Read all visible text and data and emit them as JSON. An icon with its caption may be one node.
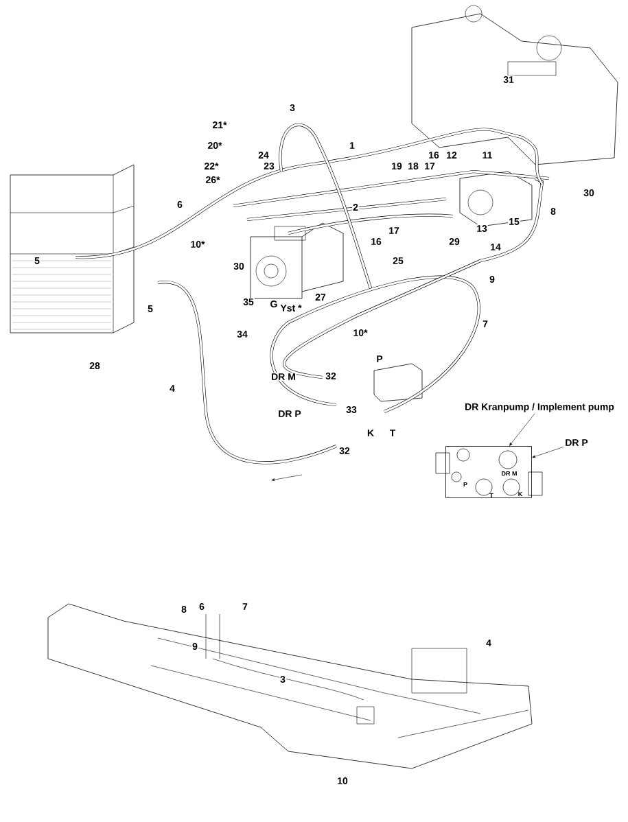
{
  "diagram": {
    "nodes": [
      {
        "text": [
          "DR Kranpump / Implement pump"
        ]
      },
      {
        "text": [
          "DR P"
        ]
      },
      {
        "text": [
          "DR M",
          "P",
          "T",
          "K"
        ]
      }
    ],
    "edges": [
      {
        "from": 0,
        "to": 2,
        "arrow": "to"
      },
      {
        "from": 1,
        "to": 2,
        "arrow": "to"
      }
    ],
    "labels": [
      "31",
      "3",
      "21*",
      "20*",
      "1",
      "24",
      "16",
      "12",
      "11",
      "22*",
      "23",
      "19",
      "18",
      "17",
      "26*",
      "30",
      "6",
      "2",
      "8",
      "17",
      "13",
      "15",
      "10*",
      "16",
      "29",
      "14",
      "5",
      "30",
      "25",
      "9",
      "5",
      "35",
      "G",
      "Yst *",
      "27",
      "34",
      "10*",
      "7",
      "28",
      "P",
      "DR M",
      "32",
      "4",
      "DR P",
      "33",
      "K",
      "T",
      "32",
      "8",
      "6",
      "7",
      "9",
      "4",
      "3",
      "10"
    ]
  }
}
